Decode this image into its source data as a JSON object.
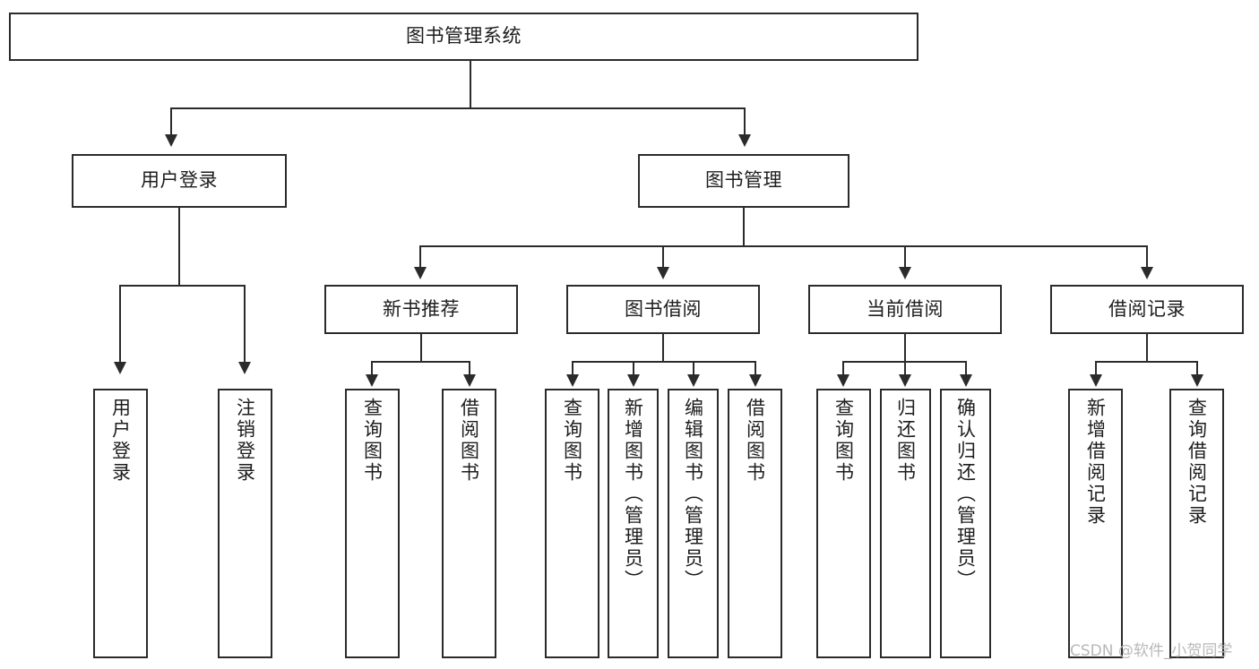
{
  "diagram": {
    "type": "tree",
    "title": "图书管理系统",
    "watermark": "CSDN @软件_小贺同学",
    "colors": {
      "box_border": "#2b2b2b",
      "box_fill": "#ffffff",
      "line": "#2b2b2b",
      "text": "#1d1d1d",
      "watermark": "#b8b8b8",
      "background": "#ffffff"
    },
    "nodes": {
      "root": {
        "label": "图书管理系统",
        "level": 1
      },
      "n_user_login": {
        "label": "用户登录",
        "level": 2
      },
      "n_book_mgmt": {
        "label": "图书管理",
        "level": 2
      },
      "n_new_book_rec": {
        "label": "新书推荐",
        "level": 3
      },
      "n_book_borrow": {
        "label": "图书借阅",
        "level": 3
      },
      "n_current_borrow": {
        "label": "当前借阅",
        "level": 3
      },
      "n_borrow_record": {
        "label": "借阅记录",
        "level": 3
      },
      "l_user_login": {
        "label": "用户登录",
        "level": 4
      },
      "l_logout": {
        "label": "注销登录",
        "level": 4
      },
      "l_query_book_1": {
        "label": "查询图书",
        "level": 4
      },
      "l_borrow_book_1": {
        "label": "借阅图书",
        "level": 4
      },
      "l_query_book_2": {
        "label": "查询图书",
        "level": 4
      },
      "l_add_book": {
        "label": "新增图书（管理员）",
        "level": 4
      },
      "l_edit_book": {
        "label": "编辑图书（管理员）",
        "level": 4
      },
      "l_borrow_book_2": {
        "label": "借阅图书",
        "level": 4
      },
      "l_query_book_3": {
        "label": "查询图书",
        "level": 4
      },
      "l_return_book": {
        "label": "归还图书",
        "level": 4
      },
      "l_confirm_return": {
        "label": "确认归还（管理员）",
        "level": 4
      },
      "l_add_record": {
        "label": "新增借阅记录",
        "level": 4
      },
      "l_query_record": {
        "label": "查询借阅记录",
        "level": 4
      }
    },
    "edges": [
      {
        "from": "root",
        "to": "n_user_login"
      },
      {
        "from": "root",
        "to": "n_book_mgmt"
      },
      {
        "from": "n_user_login",
        "to": "l_user_login"
      },
      {
        "from": "n_user_login",
        "to": "l_logout"
      },
      {
        "from": "n_book_mgmt",
        "to": "n_new_book_rec"
      },
      {
        "from": "n_book_mgmt",
        "to": "n_book_borrow"
      },
      {
        "from": "n_book_mgmt",
        "to": "n_current_borrow"
      },
      {
        "from": "n_book_mgmt",
        "to": "n_borrow_record"
      },
      {
        "from": "n_new_book_rec",
        "to": "l_query_book_1"
      },
      {
        "from": "n_new_book_rec",
        "to": "l_borrow_book_1"
      },
      {
        "from": "n_book_borrow",
        "to": "l_query_book_2"
      },
      {
        "from": "n_book_borrow",
        "to": "l_add_book"
      },
      {
        "from": "n_book_borrow",
        "to": "l_edit_book"
      },
      {
        "from": "n_book_borrow",
        "to": "l_borrow_book_2"
      },
      {
        "from": "n_current_borrow",
        "to": "l_query_book_3"
      },
      {
        "from": "n_current_borrow",
        "to": "l_return_book"
      },
      {
        "from": "n_current_borrow",
        "to": "l_confirm_return"
      },
      {
        "from": "n_borrow_record",
        "to": "l_add_record"
      },
      {
        "from": "n_borrow_record",
        "to": "l_query_record"
      }
    ]
  }
}
